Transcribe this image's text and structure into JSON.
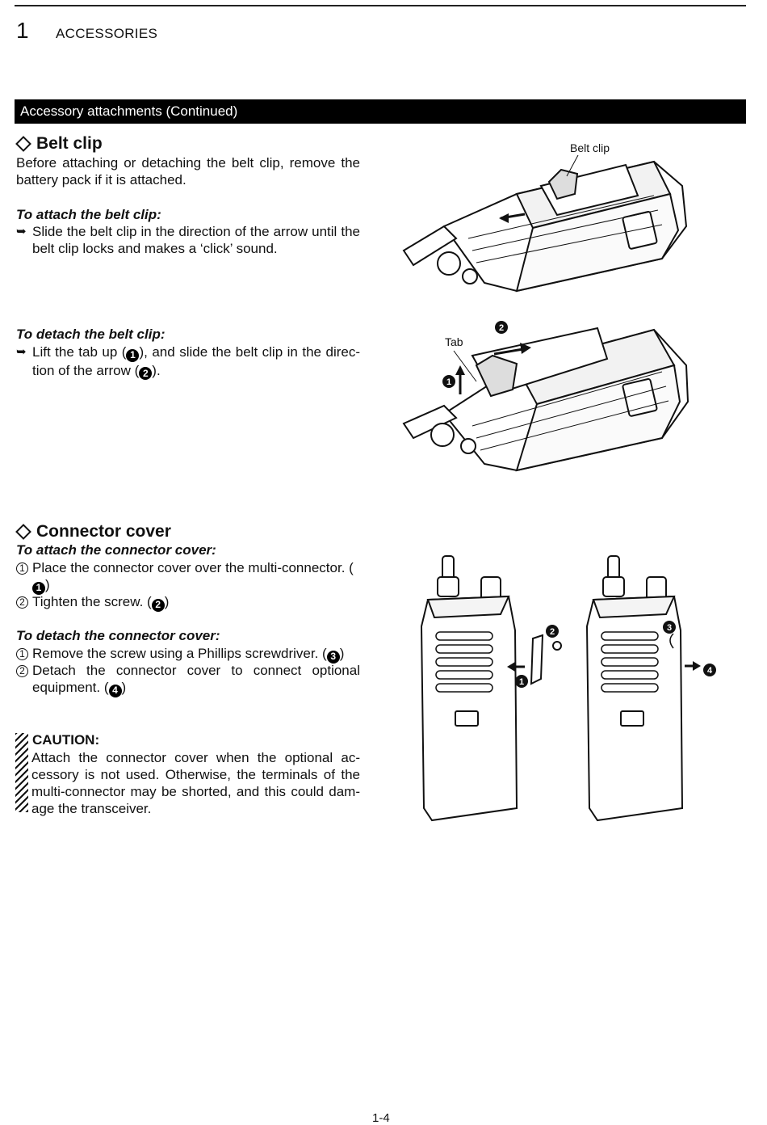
{
  "header": {
    "chapter_number": "1",
    "chapter_title": "ACCESSORIES"
  },
  "banner": "Accessory attachments (Continued)",
  "belt_clip": {
    "heading": "Belt clip",
    "intro": "Before attaching or detaching the belt clip, remove the battery pack if it is attached.",
    "attach_title": "To attach the belt clip:",
    "attach_text": "Slide the belt clip in the direction of the arrow until the belt clip locks and makes a ‘click’ sound.",
    "detach_title": "To detach the belt clip:",
    "detach_text_a": "Lift the tab up (",
    "detach_text_b": "), and slide the belt clip in the direc-tion of the arrow (",
    "detach_text_c": ").",
    "figure_label_clip": "Belt clip",
    "figure_label_tab": "Tab"
  },
  "connector": {
    "heading": "Connector cover",
    "attach_title": "To attach the connector cover:",
    "attach_step1": "Place the connector cover over the multi-connector. (",
    "attach_step2": "Tighten the screw. (",
    "detach_title": "To detach the connector cover:",
    "detach_step1": "Remove the screw using a Phillips screwdriver. (",
    "detach_step2": "Detach the connector cover to connect optional equipment. (",
    "close": ")"
  },
  "markers": {
    "m1": "1",
    "m2": "2",
    "m3": "3",
    "m4": "4",
    "r1": "1",
    "r2": "2",
    "bullet": "➥"
  },
  "caution": {
    "title": "CAUTION:",
    "text": "Attach the connector cover when the optional ac-cessory is not used. Otherwise, the terminals of the multi-connector may be shorted, and this could dam-age the transceiver."
  },
  "page_number": "1-4"
}
